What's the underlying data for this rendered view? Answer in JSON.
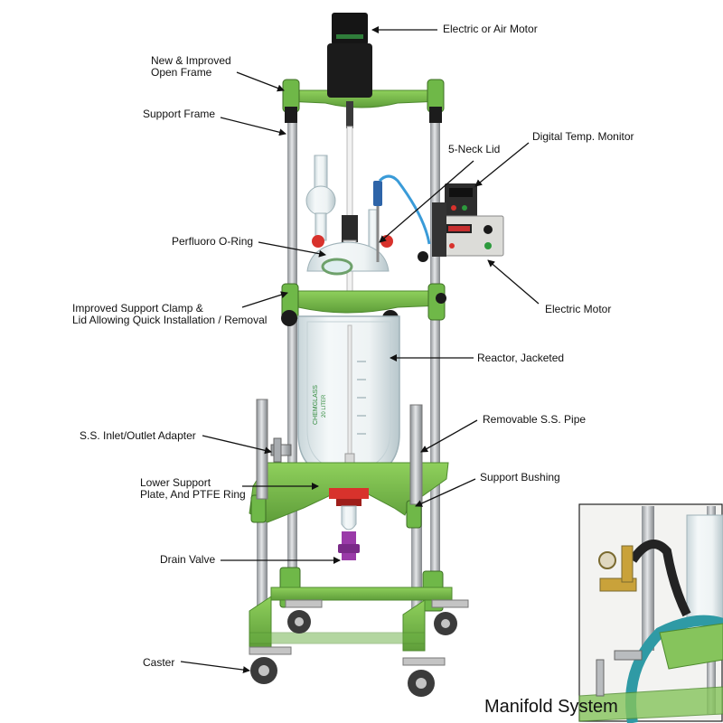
{
  "labels": {
    "electric_air_motor": "Electric or Air Motor",
    "new_improved_line1": "New & Improved",
    "new_improved_line2": "Open Frame",
    "support_frame": "Support Frame",
    "five_neck_lid": "5-Neck Lid",
    "digital_temp_monitor": "Digital Temp. Monitor",
    "perfluoro_oring": "Perfluoro O-Ring",
    "support_clamp_line1": "Improved Support Clamp &",
    "support_clamp_line2": "Lid Allowing Quick Installation / Removal",
    "electric_motor": "Electric Motor",
    "reactor_jacketed": "Reactor, Jacketed",
    "ss_inlet_outlet": "S.S. Inlet/Outlet Adapter",
    "removable_ss_pipe": "Removable S.S. Pipe",
    "lower_support_line1": "Lower Support",
    "lower_support_line2": "Plate, And PTFE Ring",
    "support_bushing": "Support Bushing",
    "drain_valve": "Drain Valve",
    "caster": "Caster"
  },
  "vessel_marks": {
    "brand": "CHEMGLASS",
    "volume": "20 LITER"
  },
  "inset": {
    "caption": "Manifold System"
  },
  "colors": {
    "frame_green": "#7cc04e",
    "frame_dark_green": "#4e8a2e",
    "steel": "#b9bcbf",
    "glass": "#e8f0f2",
    "drain_valve": "#9a3aa8",
    "ptfe_ring": "#d8322c",
    "motor_black": "#151515"
  }
}
